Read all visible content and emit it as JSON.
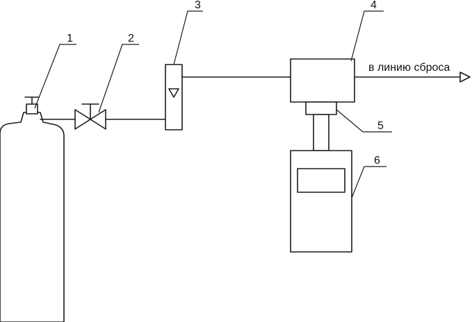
{
  "labels": {
    "cylinder": "1",
    "valve": "2",
    "flowmeter": "3",
    "chamber": "4",
    "adapter": "5",
    "analyzer": "6"
  },
  "outlet_caption": "в линию сброса",
  "colors": {
    "ink": "#1a1a1a",
    "background": "#ffffff"
  }
}
